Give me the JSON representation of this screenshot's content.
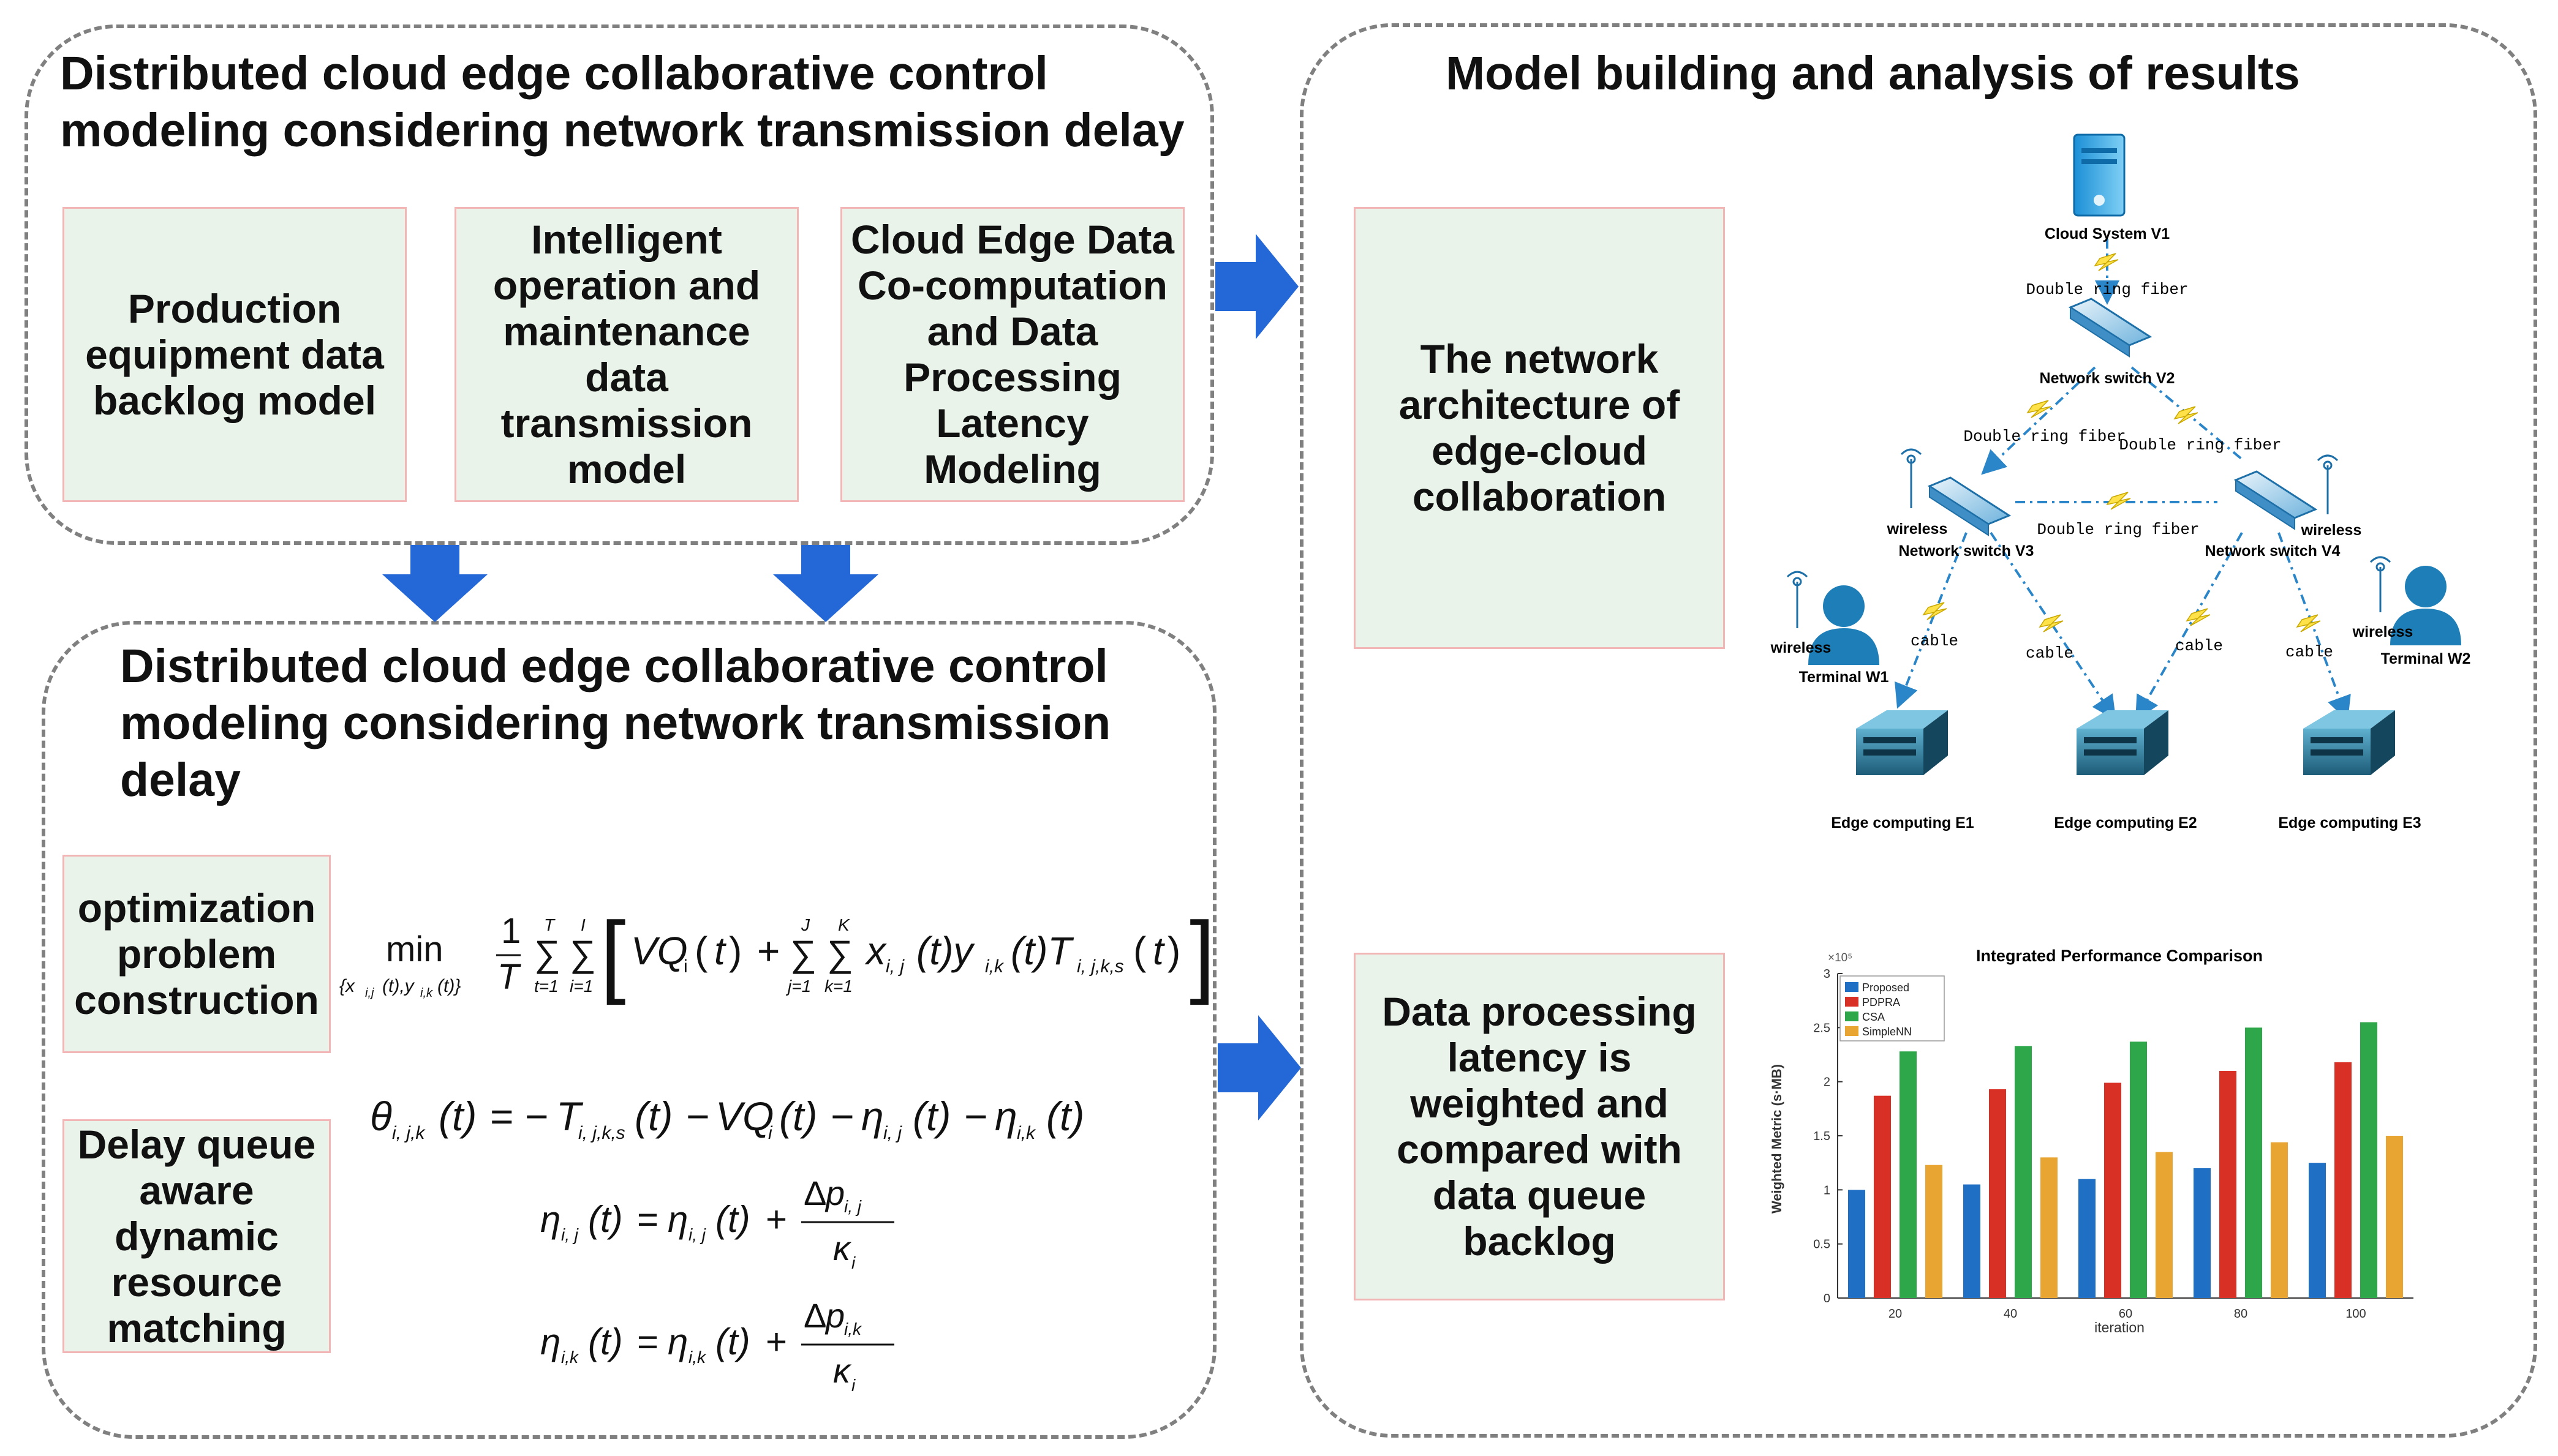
{
  "top_left": {
    "title": "Distributed cloud edge collaborative control modeling considering network transmission delay",
    "boxes": [
      "Production equipment data backlog model",
      "Intelligent operation and maintenance data transmission model",
      "Cloud Edge Data Co-computation and Data Processing Latency Modeling"
    ]
  },
  "bottom_left": {
    "title": "Distributed cloud edge collaborative control modeling considering network transmission delay",
    "box_optimization": "optimization problem construction",
    "box_delay": "Delay queue aware dynamic resource matching"
  },
  "right": {
    "title": "Model building and analysis of results",
    "box_network": "The network architecture of edge-cloud collaboration",
    "box_latency": "Data processing latency is weighted and compared with data queue backlog"
  },
  "network": {
    "cloud": "Cloud System V1",
    "switch_v2": "Network switch V2",
    "switch_v3": "Network switch V3",
    "switch_v4": "Network switch V4",
    "terminal_w1": "Terminal W1",
    "terminal_w2": "Terminal W2",
    "edge_e1": "Edge computing E1",
    "edge_e2": "Edge computing E2",
    "edge_e3": "Edge computing E3",
    "fiber": "Double ring fiber",
    "cable": "cable",
    "wireless": "wireless"
  },
  "chart_data": {
    "type": "bar",
    "title": "Integrated Performance Comparison",
    "xlabel": "iteration",
    "ylabel": "Weighted Metric (s·MB)",
    "y_exponent": "×10⁵",
    "categories": [
      "20",
      "40",
      "60",
      "80",
      "100"
    ],
    "yticks": [
      "0",
      "0.5",
      "1",
      "1.5",
      "2",
      "2.5",
      "3"
    ],
    "ylim": [
      0,
      3
    ],
    "legend_position": "top-left",
    "series": [
      {
        "name": "Proposed",
        "color": "#1f6fc4",
        "values": [
          1.0,
          1.05,
          1.1,
          1.2,
          1.25
        ]
      },
      {
        "name": "PDPRA",
        "color": "#d93025",
        "values": [
          1.87,
          1.93,
          1.99,
          2.1,
          2.18
        ]
      },
      {
        "name": "CSA",
        "color": "#2ea64a",
        "values": [
          2.28,
          2.33,
          2.37,
          2.5,
          2.55
        ]
      },
      {
        "name": "SimpleNN",
        "color": "#e8a531",
        "values": [
          1.23,
          1.3,
          1.35,
          1.44,
          1.5
        ]
      }
    ]
  }
}
